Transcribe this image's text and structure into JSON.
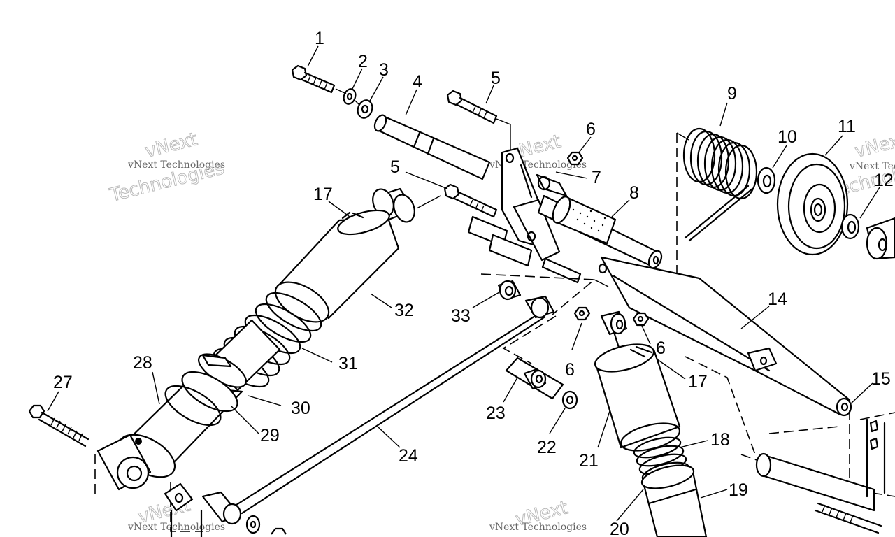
{
  "callouts": [
    {
      "id": "1",
      "label": "1"
    },
    {
      "id": "2",
      "label": "2"
    },
    {
      "id": "3",
      "label": "3"
    },
    {
      "id": "4",
      "label": "4"
    },
    {
      "id": "5a",
      "label": "5"
    },
    {
      "id": "5b",
      "label": "5"
    },
    {
      "id": "6a",
      "label": "6"
    },
    {
      "id": "6b",
      "label": "6"
    },
    {
      "id": "6c",
      "label": "6"
    },
    {
      "id": "7",
      "label": "7"
    },
    {
      "id": "8",
      "label": "8"
    },
    {
      "id": "9",
      "label": "9"
    },
    {
      "id": "10",
      "label": "10"
    },
    {
      "id": "11",
      "label": "11"
    },
    {
      "id": "12",
      "label": "12"
    },
    {
      "id": "14",
      "label": "14"
    },
    {
      "id": "15",
      "label": "15"
    },
    {
      "id": "17a",
      "label": "17"
    },
    {
      "id": "17b",
      "label": "17"
    },
    {
      "id": "18",
      "label": "18"
    },
    {
      "id": "19",
      "label": "19"
    },
    {
      "id": "20",
      "label": "20"
    },
    {
      "id": "21",
      "label": "21"
    },
    {
      "id": "22",
      "label": "22"
    },
    {
      "id": "23",
      "label": "23"
    },
    {
      "id": "24",
      "label": "24"
    },
    {
      "id": "27",
      "label": "27"
    },
    {
      "id": "28",
      "label": "28"
    },
    {
      "id": "29",
      "label": "29"
    },
    {
      "id": "30",
      "label": "30"
    },
    {
      "id": "31",
      "label": "31"
    },
    {
      "id": "32",
      "label": "32"
    },
    {
      "id": "33",
      "label": "33"
    }
  ],
  "watermark": {
    "text_small": "vNext Technologies",
    "text_big_1": "vNext",
    "text_big_2": "Technologies"
  }
}
